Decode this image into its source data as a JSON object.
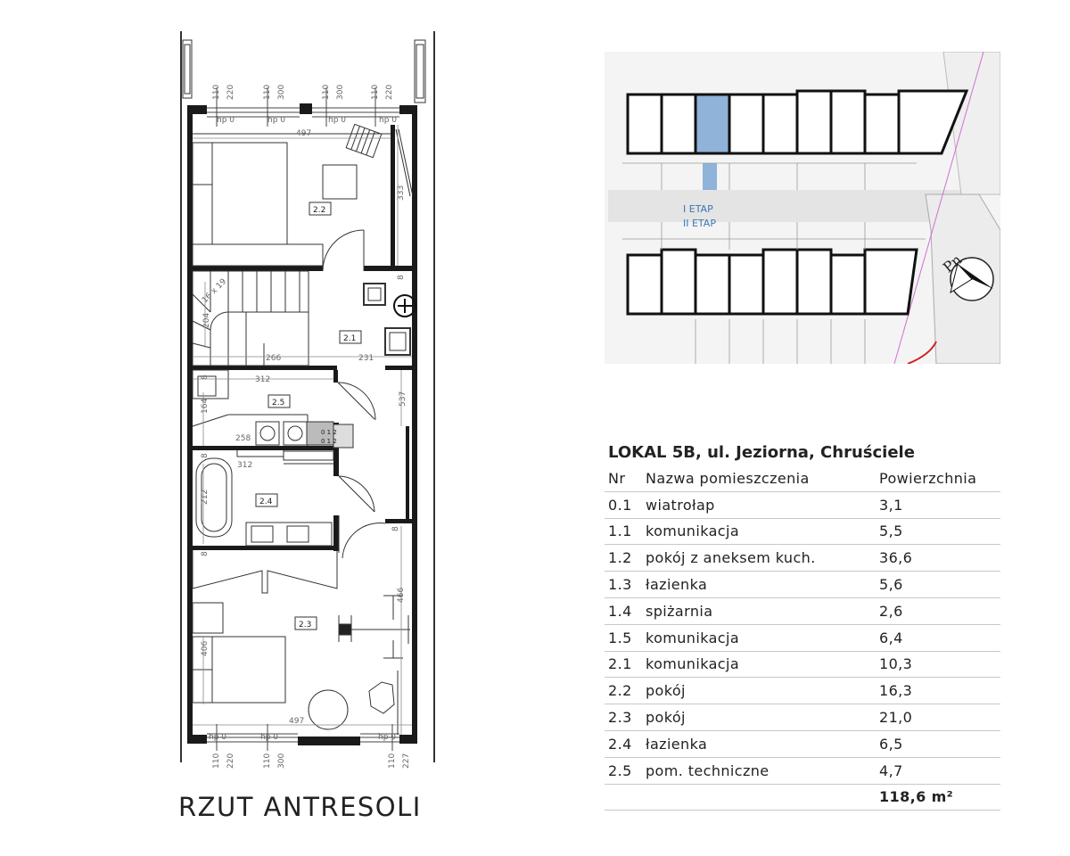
{
  "plan": {
    "title": "RZUT ANTRESOLI",
    "rooms": [
      {
        "no": "2.1"
      },
      {
        "no": "2.2"
      },
      {
        "no": "2.3"
      },
      {
        "no": "2.4"
      },
      {
        "no": "2.5"
      }
    ],
    "dimensions": {
      "room22_width": "497",
      "room22_depth": "333",
      "stair_width": "266",
      "hall_width": "231",
      "stair_depth": "204",
      "stair_steps": "16 x 19",
      "room25_width": "312",
      "room25_depth": "164",
      "room25_inner": "258",
      "bath_width": "312",
      "bath_depth": "212",
      "hall_depth": "537",
      "room23_width": "497",
      "room23_depth": "466",
      "room23_bed": "406",
      "wall": "8",
      "boiler_codes": [
        "0 1 2",
        "0 1 2"
      ]
    },
    "window_top": [
      {
        "sill": "110",
        "height": "220",
        "hp": "hp 0"
      },
      {
        "sill": "110",
        "height": "300",
        "hp": "hp 0"
      },
      {
        "sill": "110",
        "height": "300",
        "hp": "hp 0"
      },
      {
        "sill": "110",
        "height": "220",
        "hp": "hp 0"
      }
    ],
    "window_bottom": [
      {
        "sill": "110",
        "height": "220",
        "hp": "hp 0"
      },
      {
        "sill": "110",
        "height": "300",
        "hp": "hp 0"
      },
      {
        "sill": "110",
        "height": "227",
        "hp": "hp 0"
      }
    ]
  },
  "site": {
    "stage1": "I ETAP",
    "stage2": "II ETAP",
    "north": "Pn",
    "highlight_color": "#8fb3d9"
  },
  "unit": {
    "title": "LOKAL 5B, ul. Jeziorna, Chruściele",
    "headers": {
      "no": "Nr",
      "name": "Nazwa pomieszczenia",
      "area": "Powierzchnia"
    },
    "rows": [
      {
        "no": "0.1",
        "name": "wiatrołap",
        "area": "3,1"
      },
      {
        "no": "1.1",
        "name": "komunikacja",
        "area": "5,5"
      },
      {
        "no": "1.2",
        "name": "pokój z aneksem kuch.",
        "area": "36,6"
      },
      {
        "no": "1.3",
        "name": "łazienka",
        "area": "5,6"
      },
      {
        "no": "1.4",
        "name": "spiżarnia",
        "area": "2,6"
      },
      {
        "no": "1.5",
        "name": "komunikacja",
        "area": "6,4"
      },
      {
        "no": "2.1",
        "name": "komunikacja",
        "area": "10,3"
      },
      {
        "no": "2.2",
        "name": "pokój",
        "area": "16,3"
      },
      {
        "no": "2.3",
        "name": "pokój",
        "area": "21,0"
      },
      {
        "no": "2.4",
        "name": "łazienka",
        "area": "6,5"
      },
      {
        "no": "2.5",
        "name": "pom. techniczne",
        "area": "4,7"
      }
    ],
    "total": "118,6 m²"
  }
}
